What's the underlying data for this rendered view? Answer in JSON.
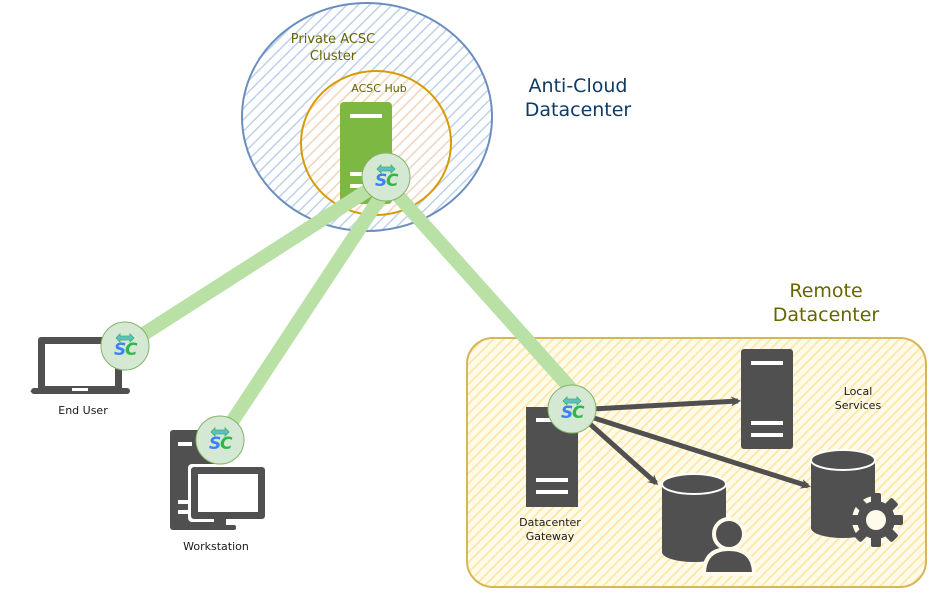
{
  "diagram": {
    "groups": {
      "anti_cloud": {
        "title_line1": "Anti-Cloud",
        "title_line2": "Datacenter"
      },
      "private_cluster": {
        "title_line1": "Private ACSC",
        "title_line2": "Cluster"
      },
      "acsc_hub": {
        "title": "ACSC Hub"
      },
      "remote_dc": {
        "title_line1": "Remote",
        "title_line2": "Datacenter"
      }
    },
    "nodes": {
      "end_user": {
        "label": "End User"
      },
      "workstation": {
        "label": "Workstation"
      },
      "gateway": {
        "label_line1": "Datacenter",
        "label_line2": "Gateway"
      },
      "local_services": {
        "label_line1": "Local",
        "label_line2": "Services"
      }
    },
    "badge": {
      "text": "SC"
    },
    "colors": {
      "cluster_stroke": "#6c8ebf",
      "hub_stroke": "#d79b00",
      "hub_server": "#7db843",
      "remote_fill": "#fff2cc",
      "remote_stroke": "#d6b656",
      "link": "#b9e0a5",
      "icon": "#505050",
      "badge_fill": "#d5e8d4",
      "badge_stroke": "#82b366"
    }
  }
}
